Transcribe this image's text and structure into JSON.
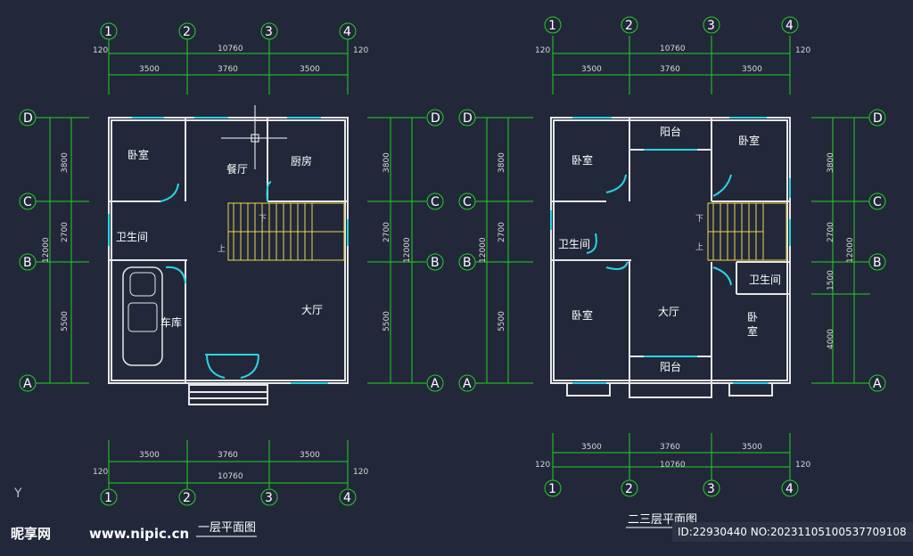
{
  "plans": [
    {
      "title": "一层平面图",
      "top_dims": {
        "left_margin": "120",
        "right_margin": "120",
        "total": "10760",
        "segments": [
          "3500",
          "3760",
          "3500"
        ]
      },
      "bottom_dims": {
        "left_margin": "120",
        "right_margin": "120",
        "total": "10760",
        "segments": [
          "3500",
          "3760",
          "3500"
        ]
      },
      "left_dims": {
        "total": "12000",
        "segments": [
          "3800",
          "2700",
          "5500"
        ]
      },
      "right_dims": {
        "total": "12000",
        "segments": [
          "3800",
          "2700",
          "5500"
        ]
      },
      "col_axes": [
        "1",
        "2",
        "3",
        "4"
      ],
      "row_axes": [
        "D",
        "C",
        "B",
        "A"
      ],
      "rooms": [
        "卧室",
        "餐厅",
        "厨房",
        "卫生间",
        "车库",
        "大厅"
      ],
      "stair_marks": [
        "下",
        "上"
      ]
    },
    {
      "title": "二三层平面图",
      "top_dims": {
        "left_margin": "120",
        "right_margin": "120",
        "total": "10760",
        "segments": [
          "3500",
          "3760",
          "3500"
        ]
      },
      "bottom_dims": {
        "left_margin": "120",
        "right_margin": "120",
        "total": "10760",
        "segments": [
          "3500",
          "3760",
          "3500"
        ]
      },
      "left_dims": {
        "total": "12000",
        "segments": [
          "3800",
          "2700",
          "5500"
        ]
      },
      "right_dims": {
        "total": "12000",
        "segments": [
          "3800",
          "2700",
          "1500",
          "4000"
        ]
      },
      "col_axes": [
        "1",
        "2",
        "3",
        "4"
      ],
      "row_axes": [
        "D",
        "C",
        "B",
        "A"
      ],
      "rooms": [
        "阳台",
        "卧室",
        "卧室",
        "卫生间",
        "卫生间",
        "卧室",
        "大厅",
        "卧",
        "室",
        "阳台"
      ],
      "stair_marks": [
        "下",
        "上"
      ]
    }
  ],
  "watermark": {
    "brand": "昵享网",
    "url": "www.nipic.cn"
  },
  "stamp": "ID:22930440 NO:20231105100537709108",
  "ucs_icon_label": "Y"
}
